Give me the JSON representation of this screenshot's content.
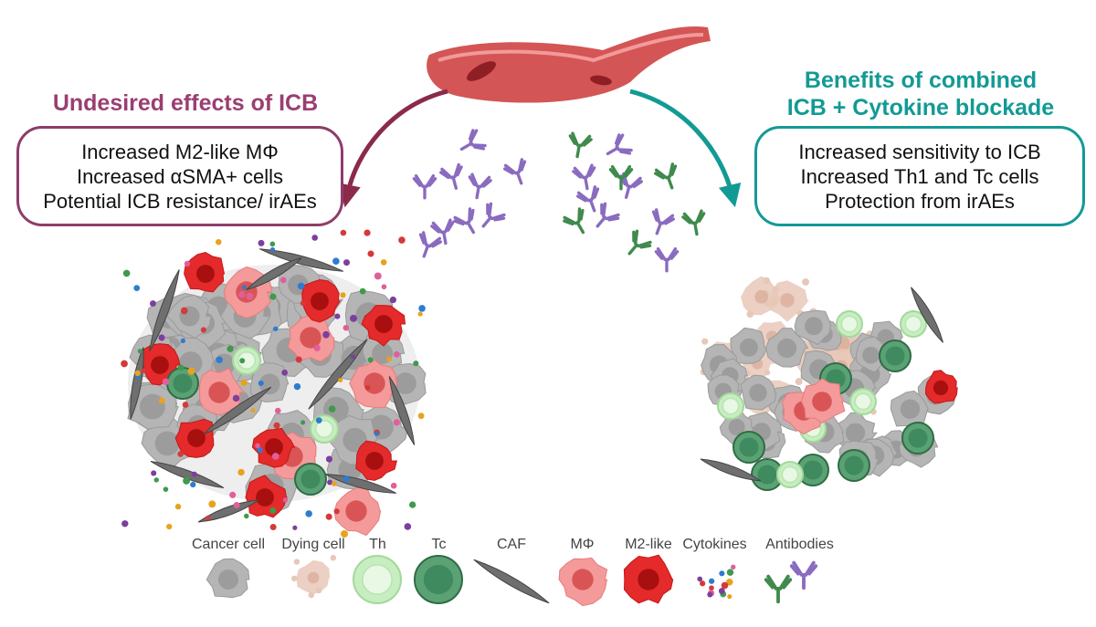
{
  "left_panel": {
    "title": "Undesired effects of ICB",
    "lines": [
      "Increased M2-like MΦ",
      "Increased αSMA+ cells",
      "Potential ICB resistance/ irAEs"
    ]
  },
  "right_panel": {
    "title_line1": "Benefits of combined",
    "title_line2": "ICB + Cytokine blockade",
    "lines": [
      "Increased sensitivity to ICB",
      "Increased Th1 and Tc cells",
      "Protection from irAEs"
    ]
  },
  "legend": {
    "items": [
      {
        "label": "Cancer cell",
        "icon": "cancer-cell-icon"
      },
      {
        "label": "Dying cell",
        "icon": "dying-cell-icon"
      },
      {
        "label": "Th",
        "icon": "th-cell-icon"
      },
      {
        "label": "Tc",
        "icon": "tc-cell-icon"
      },
      {
        "label": "CAF",
        "icon": "caf-icon"
      },
      {
        "label": "MΦ",
        "icon": "macrophage-icon"
      },
      {
        "label": "M2-like",
        "icon": "m2-macrophage-icon"
      },
      {
        "label": "Cytokines",
        "icon": "cytokines-icon"
      },
      {
        "label": "Antibodies",
        "icon": "antibodies-icon"
      }
    ]
  },
  "colors": {
    "undesired": "#9b3e72",
    "benefit": "#139a95",
    "cancer": "#b5b5b5",
    "dying": "#e7c8b8",
    "th": "#c6eec0",
    "tc": "#3f8a5e",
    "caf": "#6f6f6f",
    "macrophage": "#f49a9a",
    "m2": "#e42a2a",
    "antibody_purple": "#8a6bbf",
    "antibody_green": "#3f8a4c",
    "vessel": "#c94a4a"
  }
}
